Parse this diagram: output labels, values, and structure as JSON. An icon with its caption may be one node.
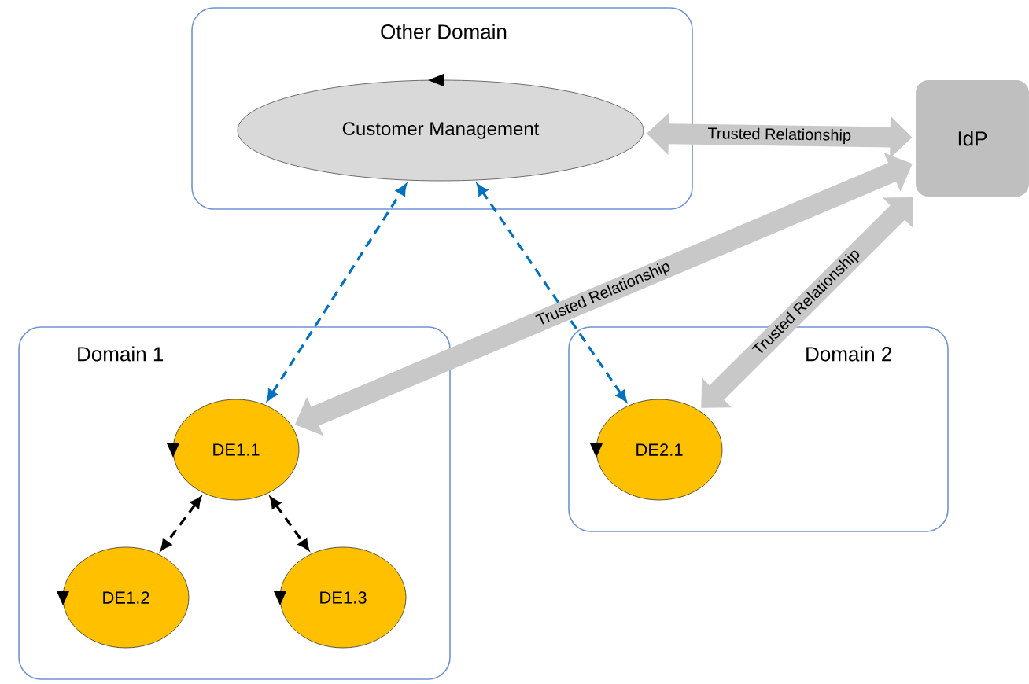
{
  "diagram": {
    "nodes": [
      {
        "text": [
          "Other Domain"
        ]
      },
      {
        "text": [
          "Customer Management"
        ],
        "in": 0
      },
      {
        "text": [
          "IdP"
        ]
      },
      {
        "text": [
          "Domain 1"
        ]
      },
      {
        "text": [
          "DE1.1"
        ],
        "in": 3
      },
      {
        "text": [
          "DE1.2"
        ],
        "in": 3
      },
      {
        "text": [
          "DE1.3"
        ],
        "in": 3
      },
      {
        "text": [
          "Domain 2"
        ]
      },
      {
        "text": [
          "DE2.1"
        ],
        "in": 7
      }
    ],
    "edges": [
      {
        "from": 4,
        "to": 1,
        "arrow": "both",
        "style": "dashed",
        "color": "#0070c0"
      },
      {
        "from": 8,
        "to": 1,
        "arrow": "both",
        "style": "dashed",
        "color": "#0070c0"
      },
      {
        "from": 4,
        "to": 5,
        "arrow": "both",
        "style": "dashed",
        "color": "#000000"
      },
      {
        "from": 4,
        "to": 6,
        "arrow": "both",
        "style": "dashed",
        "color": "#000000"
      },
      {
        "from": 1,
        "to": 2,
        "arrow": "both",
        "style": "thick",
        "color": "#c8c8c8",
        "label": "Trusted Relationship"
      },
      {
        "from": 4,
        "to": 2,
        "arrow": "both",
        "style": "thick",
        "color": "#c8c8c8",
        "label": "Trusted Relationship"
      },
      {
        "from": 8,
        "to": 2,
        "arrow": "both",
        "style": "thick",
        "color": "#c8c8c8",
        "label": "Trusted Relationship"
      }
    ]
  }
}
